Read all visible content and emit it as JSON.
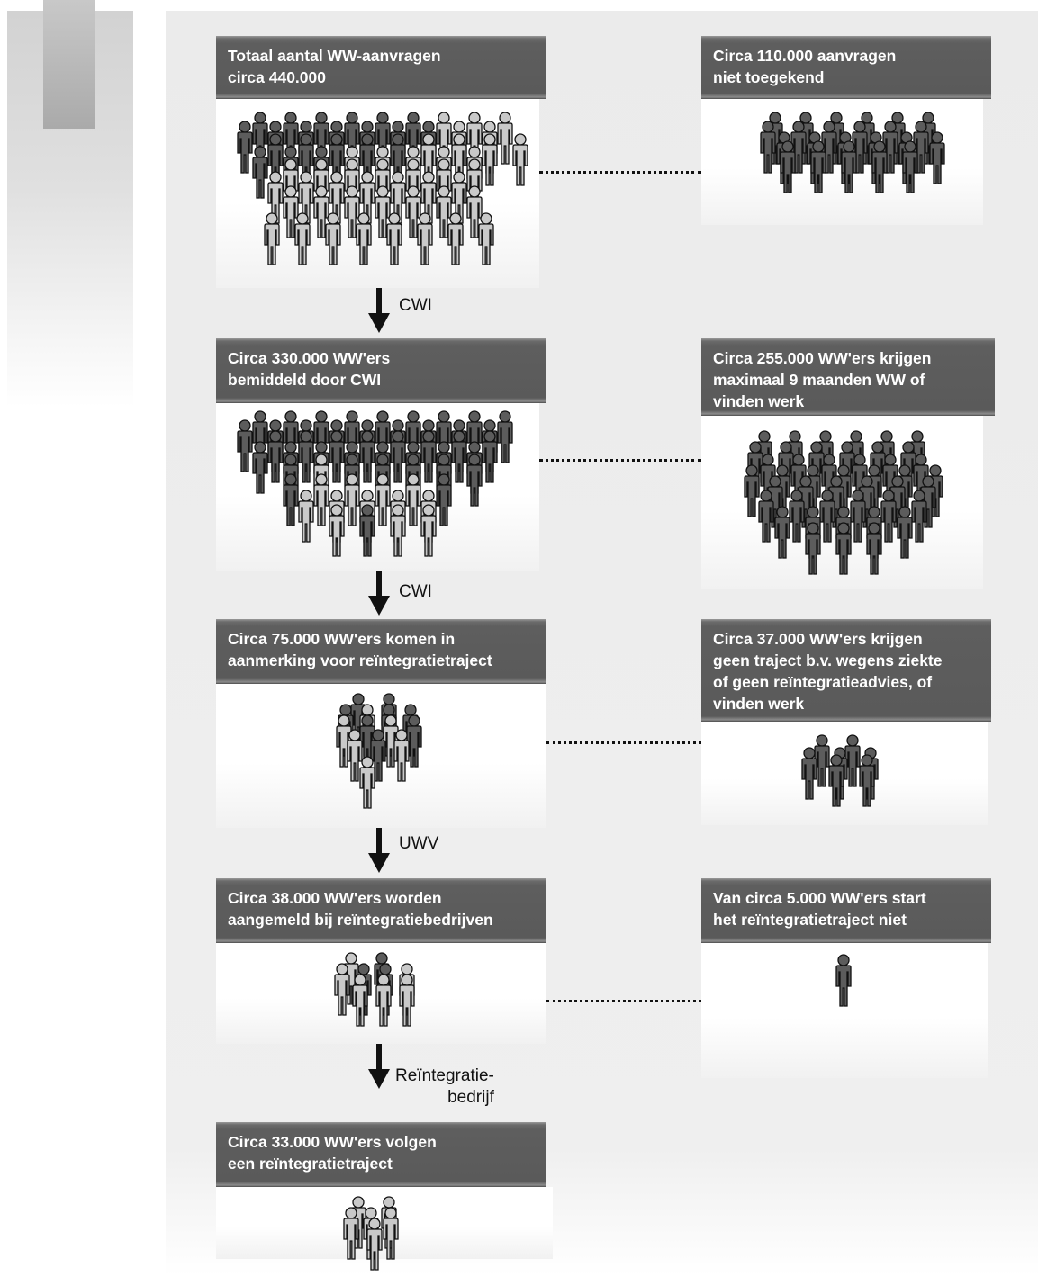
{
  "stages": [
    {
      "main_text": "Totaal aantal WW-aanvragen\ncirca 440.000",
      "side_text": "Circa 110.000 aanvragen\nniet toegekend",
      "arrow_label": "CWI"
    },
    {
      "main_text": "Circa 330.000 WW'ers\nbemiddeld door CWI",
      "side_text": "Circa 255.000 WW'ers krijgen\nmaximaal 9 maanden WW of\nvinden werk",
      "arrow_label": "CWI"
    },
    {
      "main_text": "Circa 75.000 WW'ers komen in\naanmerking voor reïntegratietraject",
      "side_text": "Circa 37.000 WW'ers krijgen\ngeen traject b.v. wegens ziekte\nof geen reïntegratieadvies, of\nvinden werk",
      "arrow_label": "UWV"
    },
    {
      "main_text": "Circa 38.000 WW'ers worden\naangemeld bij reïntegratiebedrijven",
      "side_text": "Van circa 5.000 WW'ers start\nhet reïntegratietraject niet",
      "arrow_label": "Reïntegratie-\nbedrijf"
    },
    {
      "main_text": "Circa 33.000 WW'ers volgen\neen reïntegratietraject"
    }
  ],
  "colors": {
    "person_dark": "#5c5c5c",
    "person_light": "#c9c9c9",
    "header_bg": "#5e5e5e",
    "header_text": "#ffffff"
  },
  "icons": {
    "person": "person-icon",
    "arrow": "arrow-down-icon"
  }
}
